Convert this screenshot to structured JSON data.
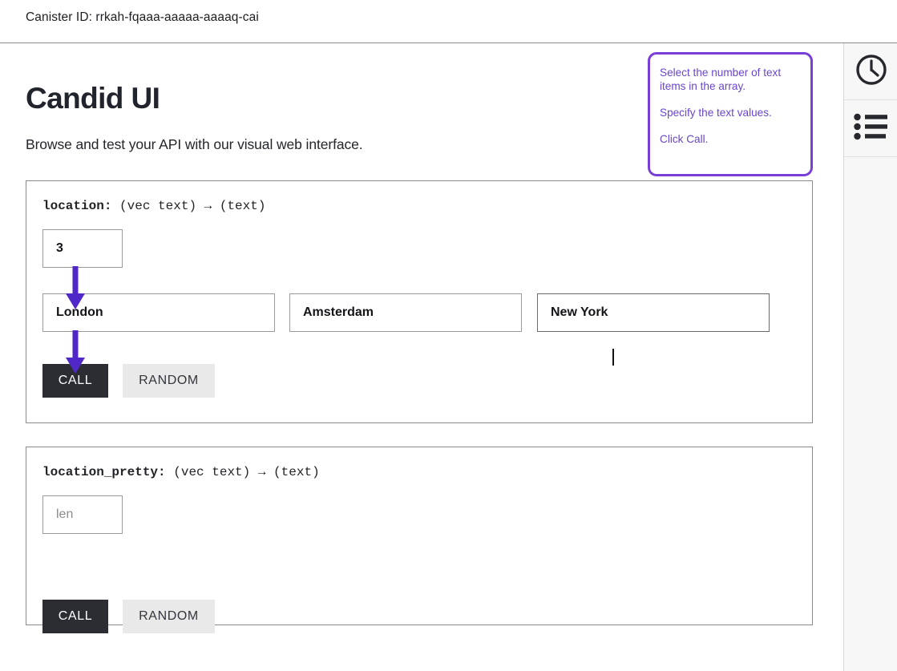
{
  "header": {
    "canister_id_label": "Canister ID: rrkah-fqaaa-aaaaa-aaaaq-cai"
  },
  "page": {
    "title": "Candid UI",
    "subtitle": "Browse and test your API with our visual web interface."
  },
  "callout": {
    "line_1": "Select the number of text items in the array.",
    "line_2": "Specify the text values.",
    "line_3": "Click Call.",
    "border_color": "#7a3fd6",
    "text_color": "#6a45cc"
  },
  "arrows": {
    "color": "#5028c8"
  },
  "methods": [
    {
      "name": "location:",
      "signature": "(vec text) → (text)",
      "length_value": "3",
      "length_placeholder": "len",
      "text_values": [
        "London",
        "Amsterdam",
        "New York"
      ],
      "call_label": "CALL",
      "random_label": "RANDOM"
    },
    {
      "name": "location_pretty:",
      "signature": "(vec text) → (text)",
      "length_value": "",
      "length_placeholder": "len",
      "text_values": [],
      "call_label": "CALL",
      "random_label": "RANDOM"
    }
  ],
  "sidebar": {
    "items": [
      {
        "icon": "clock-icon",
        "name": "history"
      },
      {
        "icon": "list-icon",
        "name": "methods"
      }
    ]
  },
  "colors": {
    "call_button_bg": "#2b2d33",
    "random_button_bg": "#e9e9e9",
    "card_border": "#8a8a8a"
  }
}
